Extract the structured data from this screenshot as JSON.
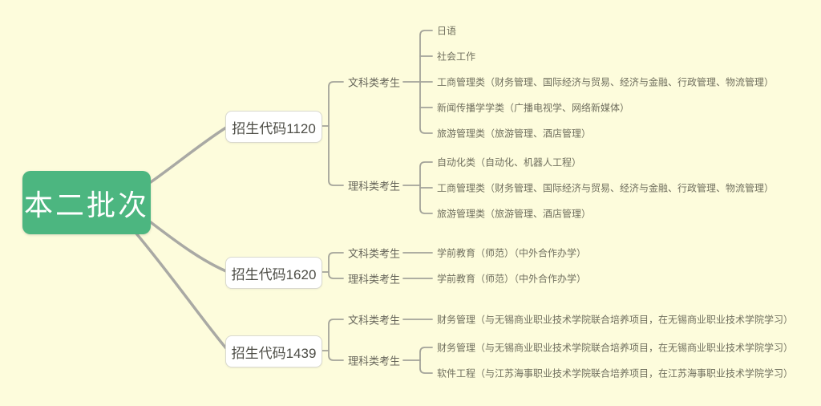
{
  "colors": {
    "background": "#fdfcdc",
    "root_node_green": "#4cb680",
    "root_text": "#ffffff",
    "branch_box_border": "#d9d9cf",
    "connector_gray": "#a3a399",
    "leaf_text": "#706f5e"
  },
  "root": {
    "label": "本二批次"
  },
  "branches": [
    {
      "label": "招生代码1120",
      "groups": [
        {
          "label": "文科类考生",
          "majors": [
            "日语",
            "社会工作",
            "工商管理类（财务管理、国际经济与贸易、经济与金融、行政管理、物流管理）",
            "新闻传播学学类（广播电视学、网络新媒体）",
            "旅游管理类（旅游管理、酒店管理）"
          ]
        },
        {
          "label": "理科类考生",
          "majors": [
            "自动化类（自动化、机器人工程）",
            "工商管理类（财务管理、国际经济与贸易、经济与金融、行政管理、物流管理）",
            "旅游管理类（旅游管理、酒店管理）"
          ]
        }
      ]
    },
    {
      "label": "招生代码1620",
      "groups": [
        {
          "label": "文科类考生",
          "majors": [
            "学前教育（师范）（中外合作办学）"
          ]
        },
        {
          "label": "理科类考生",
          "majors": [
            "学前教育（师范）（中外合作办学）"
          ]
        }
      ]
    },
    {
      "label": "招生代码1439",
      "groups": [
        {
          "label": "文科类考生",
          "majors": [
            "财务管理（与无锡商业职业技术学院联合培养项目，在无锡商业职业技术学院学习）"
          ]
        },
        {
          "label": "理科类考生",
          "majors": [
            "财务管理（与无锡商业职业技术学院联合培养项目，在无锡商业职业技术学院学习）",
            "软件工程（与江苏海事职业技术学院联合培养项目，在江苏海事职业技术学院学习）"
          ]
        }
      ]
    }
  ]
}
